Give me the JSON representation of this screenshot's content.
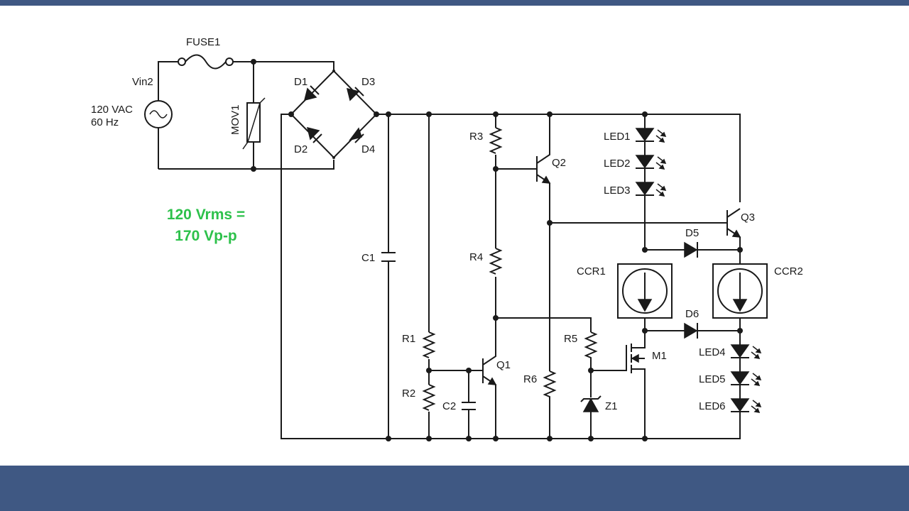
{
  "colors": {
    "banner": "#3f5883",
    "note": "#2dc14b",
    "wire": "#1a1a1a"
  },
  "source": {
    "name": "Vin2",
    "voltage": "120 VAC",
    "frequency": "60 Hz"
  },
  "note": {
    "line1": "120 Vrms =",
    "line2": "170 Vp-p"
  },
  "labels": {
    "fuse1": "FUSE1",
    "mov1": "MOV1",
    "d1": "D1",
    "d2": "D2",
    "d3": "D3",
    "d4": "D4",
    "d5": "D5",
    "d6": "D6",
    "c1": "C1",
    "c2": "C2",
    "r1": "R1",
    "r2": "R2",
    "r3": "R3",
    "r4": "R4",
    "r5": "R5",
    "r6": "R6",
    "q1": "Q1",
    "q2": "Q2",
    "q3": "Q3",
    "m1": "M1",
    "z1": "Z1",
    "ccr1": "CCR1",
    "ccr2": "CCR2",
    "led1": "LED1",
    "led2": "LED2",
    "led3": "LED3",
    "led4": "LED4",
    "led5": "LED5",
    "led6": "LED6"
  }
}
